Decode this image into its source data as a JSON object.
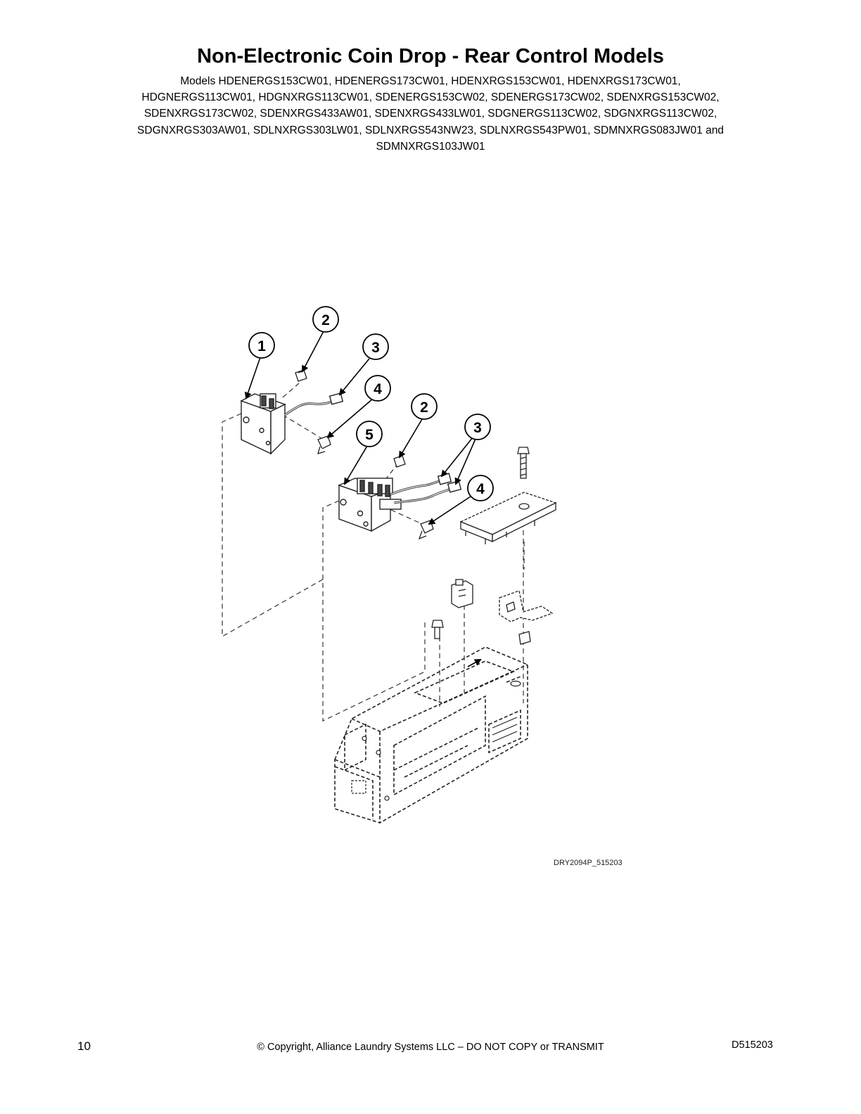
{
  "header": {
    "title": "Non-Electronic Coin Drop - Rear Control Models",
    "models_lines": [
      "Models HDENERGS153CW01, HDENERGS173CW01, HDENXRGS153CW01, HDENXRGS173CW01,",
      "HDGNERGS113CW01, HDGNXRGS113CW01, SDENERGS153CW02, SDENERGS173CW02, SDENXRGS153CW02,",
      "SDENXRGS173CW02, SDENXRGS433AW01, SDENXRGS433LW01, SDGNERGS113CW02, SDGNXRGS113CW02,",
      "SDGNXRGS303AW01, SDLNXRGS303LW01, SDLNXRGS543NW23, SDLNXRGS543PW01, SDMNXRGS083JW01 and",
      "SDMNXRGS103JW01"
    ]
  },
  "diagram": {
    "callouts": [
      {
        "label": "1"
      },
      {
        "label": "2"
      },
      {
        "label": "3"
      },
      {
        "label": "4"
      },
      {
        "label": "2"
      },
      {
        "label": "5"
      },
      {
        "label": "3"
      },
      {
        "label": "4"
      }
    ],
    "figure_code": "DRY2094P_515203"
  },
  "footer": {
    "page_number": "10",
    "copyright": "© Copyright, Alliance Laundry Systems LLC – DO NOT COPY or TRANSMIT",
    "document_number": "D515203"
  }
}
